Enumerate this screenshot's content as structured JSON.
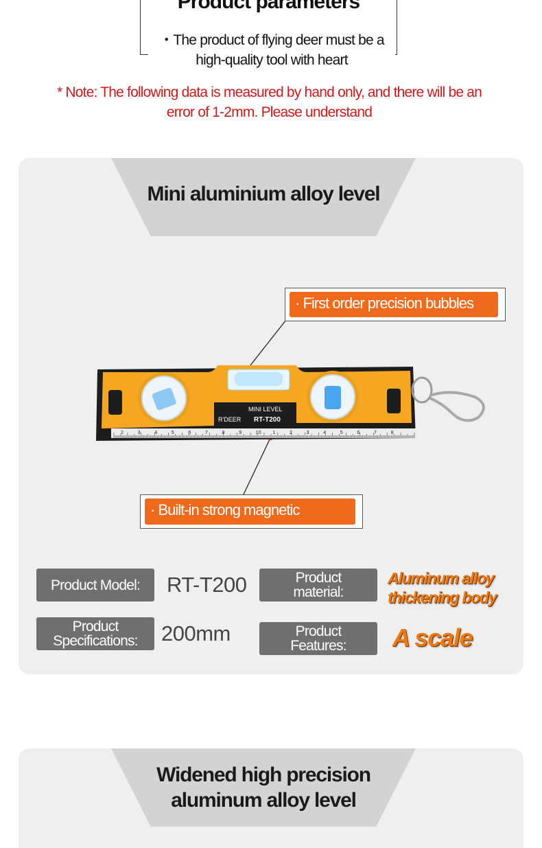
{
  "header": {
    "title": "Product parameters",
    "subtitle": "・The product of flying deer must be a high-quality tool with heart"
  },
  "note": "* Note: The following data is measured by hand only, and there will be an error of 1-2mm. Please understand",
  "section1": {
    "title": "Mini aluminium alloy level",
    "callout_top": "· First order precision bubbles",
    "callout_bottom": "· Built-in strong magnetic",
    "product": {
      "label_mini": "MINI LEVEL",
      "brand": "R'DEER",
      "model_mark": "RT-T200",
      "ruler_numbers": [
        "2",
        "3",
        "4",
        "5",
        "6",
        "7",
        "8",
        "9",
        "10",
        "1",
        "2",
        "3",
        "4",
        "5",
        "6",
        "7",
        "8"
      ]
    },
    "specs": {
      "model_label": "Product Model:",
      "model_value": "RT-T200",
      "material_label": "Product material:",
      "material_value": "Aluminum alloy thickening body",
      "spec_label": "Product Specifications:",
      "spec_value": "200mm",
      "features_label": "Product Features:",
      "features_value": "A scale"
    }
  },
  "section2": {
    "title": "Widened high precision aluminum alloy level"
  },
  "colors": {
    "accent": "#ef6a1c",
    "note_red": "#d11a1a",
    "panel": "#efefef",
    "label_gray": "#6f6f6f",
    "level_yellow": "#f5a623"
  }
}
